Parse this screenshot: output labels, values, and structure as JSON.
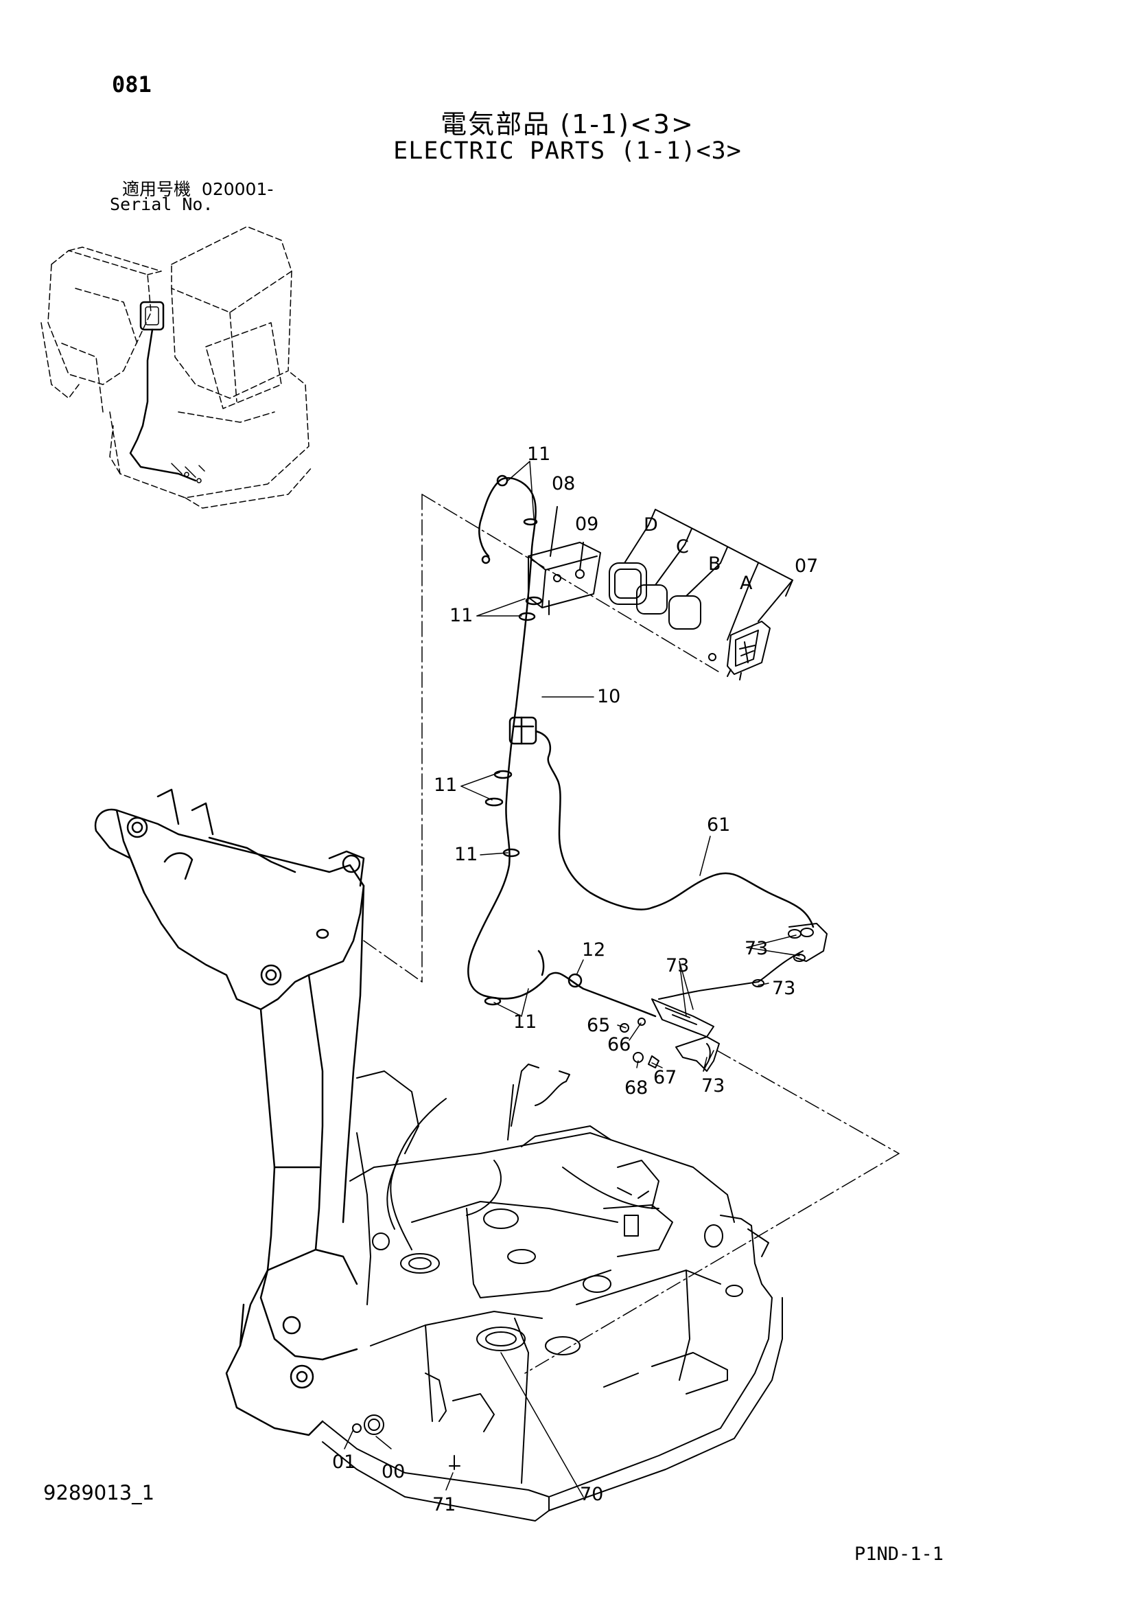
{
  "header": {
    "page_number": "081",
    "title_jp": "電気部品 (1-1)<3>",
    "title_en": "ELECTRIC PARTS (1-1)<3>",
    "serial_label_jp": "適用号機",
    "serial_range": "020001-",
    "serial_label_en": "Serial No."
  },
  "footer": {
    "doc_id": "9289013_1",
    "page_code": "P1ND-1-1"
  },
  "part_labels": {
    "p11a": "11",
    "p08": "08",
    "p09": "09",
    "pD": "D",
    "pC": "C",
    "pB": "B",
    "pA": "A",
    "p07": "07",
    "p11b": "11",
    "p10": "10",
    "p11c": "11",
    "p11d": "11",
    "p61": "61",
    "p73a": "73",
    "p12": "12",
    "p73b": "73",
    "p73c": "73",
    "p11e": "11",
    "p65": "65",
    "p66": "66",
    "p68": "68",
    "p67": "67",
    "p73d": "73",
    "p01": "01",
    "p00": "00",
    "p71": "71",
    "p70": "70"
  }
}
